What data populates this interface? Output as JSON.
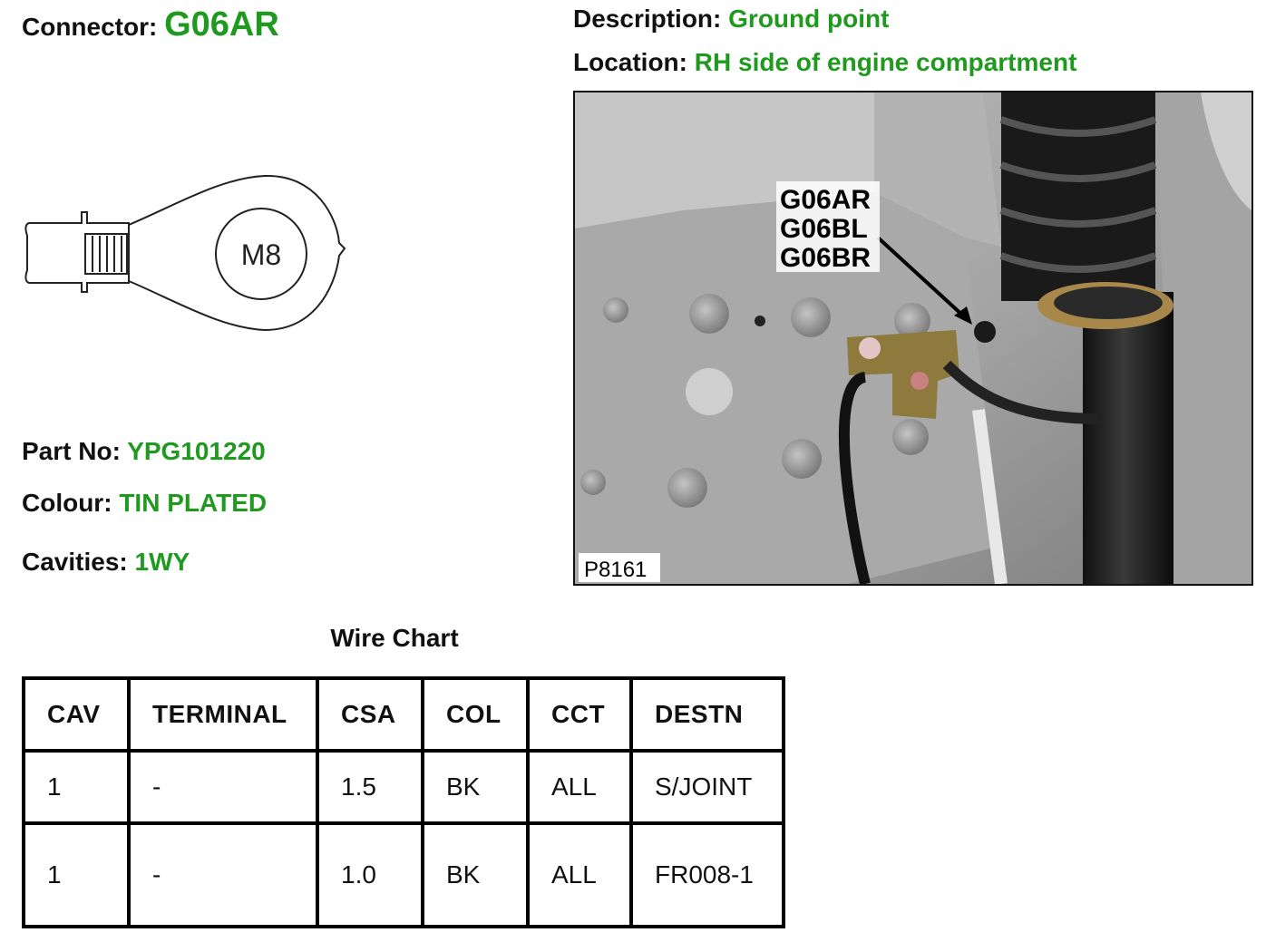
{
  "connector": {
    "label": "Connector:",
    "value": "G06AR"
  },
  "description": {
    "label": "Description:",
    "value": "Ground point"
  },
  "location": {
    "label": "Location:",
    "value": "RH side of engine compartment"
  },
  "terminal_drawing": {
    "stud_label": "M8"
  },
  "part_no": {
    "label": "Part No:",
    "value": "YPG101220"
  },
  "colour": {
    "label": "Colour:",
    "value": "TIN PLATED"
  },
  "cavities": {
    "label": "Cavities:",
    "value": "1WY"
  },
  "photo": {
    "callouts": [
      "G06AR",
      "G06BL",
      "G06BR"
    ],
    "ref": "P8161"
  },
  "wire_chart": {
    "title": "Wire Chart",
    "headers": [
      "CAV",
      "TERMINAL",
      "CSA",
      "COL",
      "CCT",
      "DESTN"
    ],
    "rows": [
      [
        "1",
        "-",
        "1.5",
        "BK",
        "ALL",
        "S/JOINT"
      ],
      [
        "1",
        "-",
        "1.0",
        "BK",
        "ALL",
        "FR008-1"
      ]
    ]
  }
}
